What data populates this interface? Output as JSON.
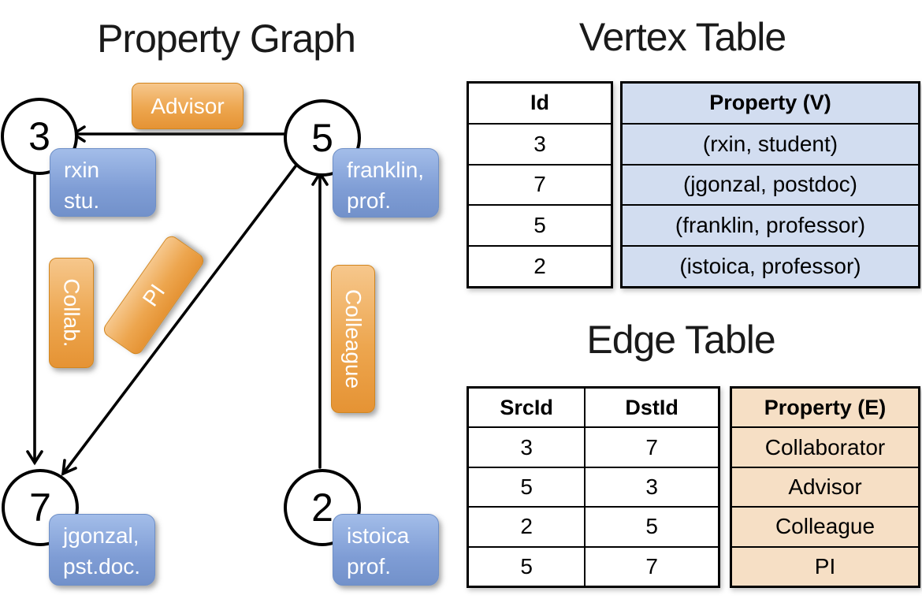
{
  "titles": {
    "property_graph": "Property Graph",
    "vertex_table": "Vertex Table",
    "edge_table": "Edge Table"
  },
  "graph": {
    "nodes": [
      {
        "id": "3"
      },
      {
        "id": "5"
      },
      {
        "id": "7"
      },
      {
        "id": "2"
      }
    ],
    "vertex_labels": [
      {
        "line1": "rxin",
        "line2": "stu."
      },
      {
        "line1": "franklin,",
        "line2": "prof."
      },
      {
        "line1": "jgonzal,",
        "line2": "pst.doc."
      },
      {
        "line1": "istoica",
        "line2": "prof."
      }
    ],
    "edge_labels": [
      {
        "text": "Advisor"
      },
      {
        "text": "Collab."
      },
      {
        "text": "PI"
      },
      {
        "text": "Colleague"
      }
    ]
  },
  "vertex_table": {
    "headers": [
      "Id",
      "Property (V)"
    ],
    "rows": [
      [
        "3",
        "(rxin, student)"
      ],
      [
        "7",
        "(jgonzal, postdoc)"
      ],
      [
        "5",
        "(franklin, professor)"
      ],
      [
        "2",
        "(istoica, professor)"
      ]
    ]
  },
  "edge_table": {
    "headers": [
      "SrcId",
      "DstId",
      "Property (E)"
    ],
    "rows": [
      [
        "3",
        "7",
        "Collaborator"
      ],
      [
        "5",
        "3",
        "Advisor"
      ],
      [
        "2",
        "5",
        "Colleague"
      ],
      [
        "5",
        "7",
        "PI"
      ]
    ]
  },
  "colors": {
    "edge_label_orange": "#eda64f",
    "vertex_label_blue": "#7f9dd5",
    "vertex_property_fill": "#d2ddf0",
    "edge_property_fill": "#f6dfc5",
    "line": "#000000"
  }
}
